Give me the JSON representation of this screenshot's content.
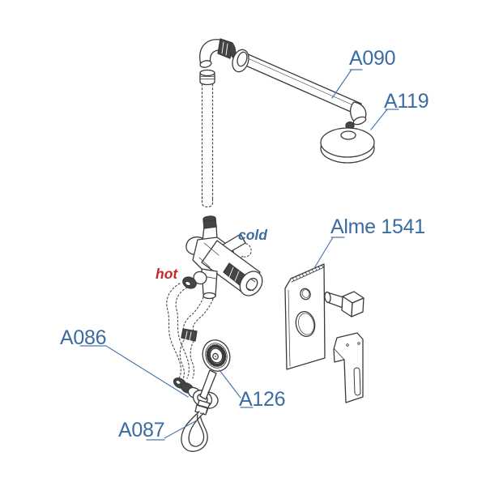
{
  "diagram": {
    "part_labels": {
      "a090": "A090",
      "a119": "A119",
      "alme1541": "Alme 1541",
      "a086": "A086",
      "a126": "A126",
      "a087": "A087"
    },
    "water_labels": {
      "hot": "hot",
      "cold": "cold"
    },
    "colors": {
      "label_blue": "#3b6ba0",
      "leader_blue": "#4d79ab",
      "hot_red": "#c9252c",
      "line_dark": "#3a3a3a",
      "fill_dark": "#454545",
      "background": "#ffffff"
    }
  }
}
